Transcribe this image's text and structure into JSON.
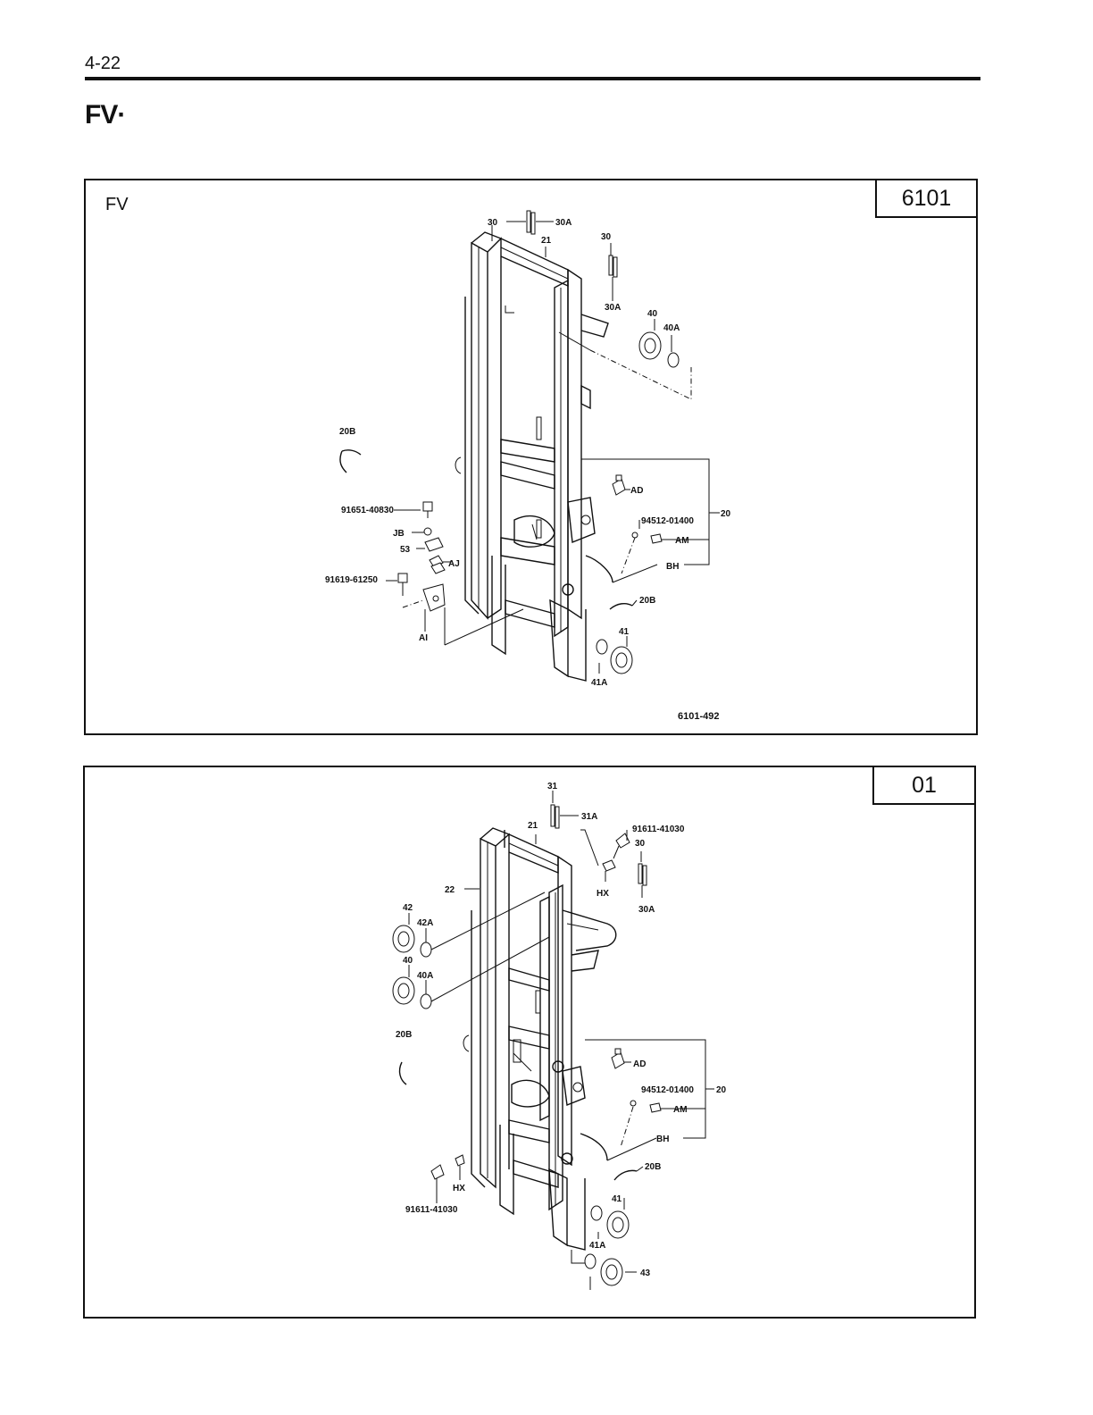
{
  "page": {
    "number": "4-22",
    "section_title": "FV·"
  },
  "panels": [
    {
      "code": "6101",
      "label": "FV",
      "drawing_number": "6101-492",
      "callouts": [
        "30",
        "30A",
        "21",
        "30",
        "30A",
        "40",
        "40A",
        "20B",
        "AD",
        "91651-40830",
        "94512-01400",
        "20",
        "JB",
        "AM",
        "53",
        "AJ",
        "BH",
        "91619-61250",
        "20B",
        "AI",
        "41",
        "41A"
      ]
    },
    {
      "code": "01",
      "label": "",
      "drawing_number": "",
      "callouts": [
        "31",
        "31A",
        "21",
        "91611-41030",
        "30",
        "HX",
        "22",
        "30A",
        "42",
        "42A",
        "40",
        "40A",
        "20B",
        "AD",
        "94512-01400",
        "20",
        "AM",
        "BH",
        "20B",
        "HX",
        "91611-41030",
        "41",
        "41A",
        "43"
      ]
    }
  ]
}
